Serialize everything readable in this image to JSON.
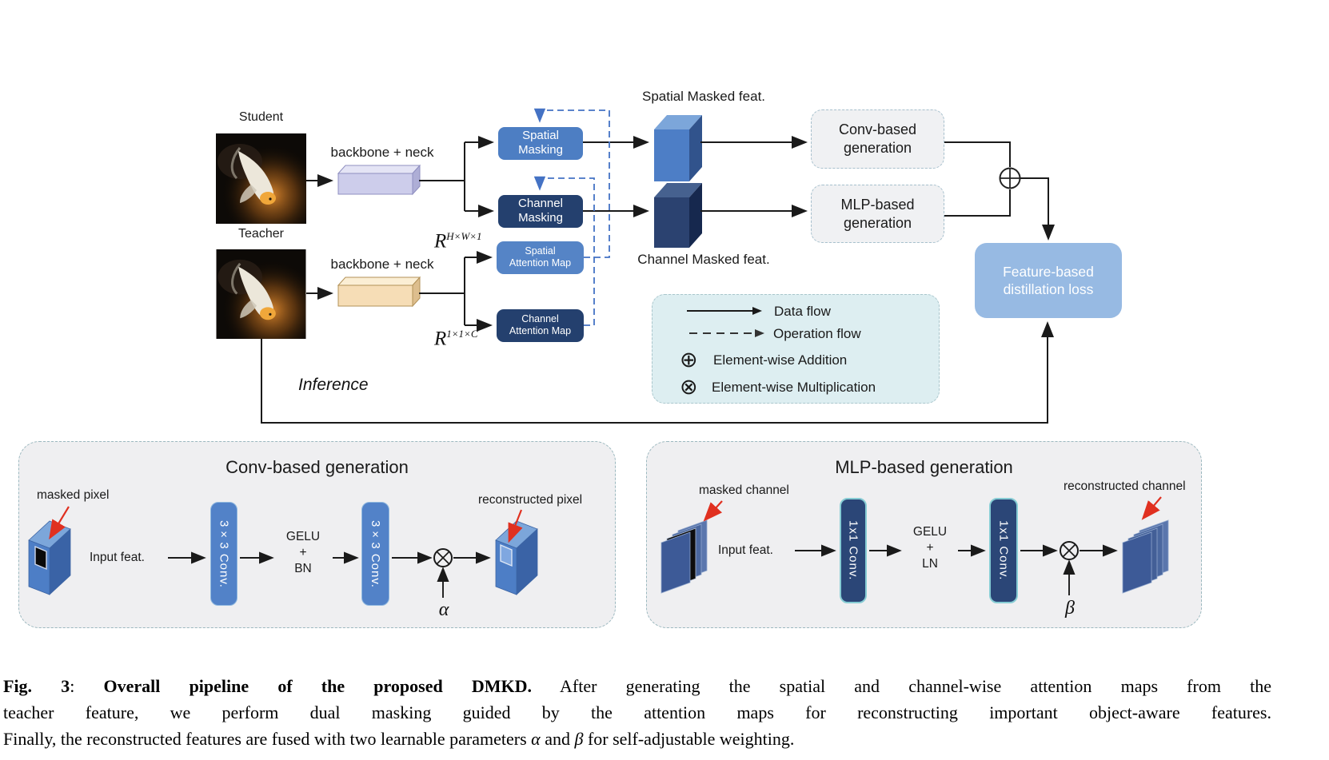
{
  "figure": {
    "student": {
      "label": "Student"
    },
    "teacher": {
      "label": "Teacher"
    },
    "backbone_student": "backbone + neck",
    "backbone_teacher": "backbone + neck",
    "nodes": {
      "spatial_masking": {
        "line1": "Spatial",
        "line2": "Masking"
      },
      "channel_masking": {
        "line1": "Channel",
        "line2": "Masking"
      },
      "spatial_attention": {
        "line1": "Spatial",
        "line2": "Attention Map"
      },
      "channel_attention": {
        "line1": "Channel",
        "line2": "Attention Map"
      },
      "conv_generation": {
        "line1": "Conv-based",
        "line2": "generation"
      },
      "mlp_generation": {
        "line1": "MLP-based",
        "line2": "generation"
      },
      "loss": {
        "line1": "Feature-based",
        "line2": "distillation loss"
      }
    },
    "math": {
      "r_spatial_base": "R",
      "r_spatial_sup": "H×W×1",
      "r_channel_base": "R",
      "r_channel_sup": "1×1×C"
    },
    "labels": {
      "spatial_masked": "Spatial Masked feat.",
      "channel_masked": "Channel Masked feat.",
      "inference": "Inference"
    },
    "legend": {
      "items": [
        {
          "icon": "solid-arrow",
          "label": "Data flow"
        },
        {
          "icon": "dashed-arrow",
          "label": "Operation flow"
        },
        {
          "icon": "circle-plus-icon",
          "glyph": "⊕",
          "label": "Element-wise Addition"
        },
        {
          "icon": "circle-cross-icon",
          "glyph": "⊗",
          "label": "Element-wise Multiplication"
        }
      ]
    },
    "conv_panel": {
      "title": "Conv-based generation",
      "masked_label": "masked pixel",
      "input_label": "Input feat.",
      "conv1": "3×3 Conv.",
      "act_line1": "GELU",
      "act_line2": "+",
      "act_line3": "BN",
      "conv2": "3×3 Conv.",
      "recon_label": "reconstructed pixel",
      "param": "α"
    },
    "mlp_panel": {
      "title": "MLP-based generation",
      "masked_label": "masked channel",
      "input_label": "Input feat.",
      "conv1": "1x1 Conv.",
      "act_line1": "GELU",
      "act_line2": "+",
      "act_line3": "LN",
      "conv2": "1x1 Conv.",
      "recon_label": "reconstructed channel",
      "param": "β"
    },
    "colors": {
      "medium_blue": "#4d7ec3",
      "dark_navy": "#24406e",
      "loss_blue": "#97bae3",
      "legend_bg": "#ddeef1",
      "panel_bg": "#efeff1",
      "operation_flow_blue": "#4472c4",
      "annotation_red": "#e03020"
    }
  },
  "caption": {
    "fig": "Fig. 3",
    "colon": ": ",
    "bold": "Overall pipeline of the proposed DMKD.",
    "line1_rest": " After generating the spatial and channel-wise attention maps from the",
    "line2": "teacher feature, we perform dual masking guided by the attention maps for reconstructing important object-aware features.",
    "line3_pre": "Finally, the reconstructed features are fused with two learnable parameters ",
    "alpha": "α",
    "line3_and": " and ",
    "beta": "β",
    "line3_post": " for self-adjustable weighting."
  }
}
